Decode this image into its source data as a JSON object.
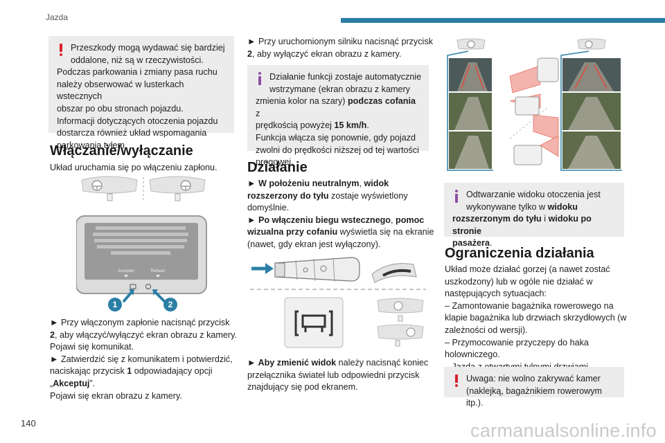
{
  "header": {
    "section": "Jazda",
    "bar_color": "#2b7fa6"
  },
  "page": {
    "number": "140",
    "watermark": "carmanualsonline.info"
  },
  "col1": {
    "warning_box": {
      "line1": "Przeszkody mogą wydawać się bardziej",
      "line2": "oddalone, niż są w rzeczywistości.",
      "line3": "Podczas parkowania i zmiany pasa ruchu",
      "line4": "należy obserwować w lusterkach wstecznych",
      "line5": "obszar po obu stronach pojazdu.",
      "line6": "Informacji dotyczących otoczenia pojazdu",
      "line7": "dostarcza również układ wspomagania",
      "line8": "parkowania tyłem."
    },
    "heading": "Włączanie/wyłączanie",
    "intro": "Układ uruchamia się po włączeniu zapłonu.",
    "screen": {
      "accept_label": "Accepter",
      "refuse_label": "Refuser",
      "callout_1": "1",
      "callout_2": "2"
    },
    "steps": {
      "s1a_pre": "► Przy włączonym zapłonie nacisnąć przycisk",
      "s1b_num": "2",
      "s1b_post": ", aby włączyć/wyłączyć ekran obrazu z kamery.",
      "s1c": "Pojawi się komunikat.",
      "s2a": "► Zatwierdzić się z komunikatem i potwierdzić,",
      "s2b_pre": "naciskając przycisk ",
      "s2b_num": "1",
      "s2b_post": " odpowiadający opcji",
      "s2c_open": "„",
      "s2c_option": "Akceptuj",
      "s2c_close": "”.",
      "s3": "Pojawi się ekran obrazu z kamery."
    }
  },
  "col2": {
    "p1a": "► Przy uruchomionym silniku nacisnąć przycisk",
    "p1b_num": "2",
    "p1b_post": ", aby wyłączyć ekran obrazu z kamery.",
    "info_box": {
      "l1": "Działanie funkcji zostaje automatycznie",
      "l2": "wstrzymane (ekran obrazu z kamery",
      "l3_pre": "zmienia kolor na szary) ",
      "l3_bold": "podczas cofania",
      "l3_post": " z",
      "l4_pre": "prędkością powyżej ",
      "l4_bold": "15 km/h",
      "l4_post": ".",
      "l5": "Funkcja włącza się ponownie, gdy pojazd",
      "l6": "zwolni do prędkości niższej od tej wartości",
      "l7": "progowej."
    },
    "heading": "Działanie",
    "op1_bold": "► W położeniu neutralnym",
    "op1_sep": ", ",
    "op1_bold2": "widok",
    "op1_bold3": "rozszerzony do tyłu",
    "op1_post": " zostaje wyświetlony",
    "op1_end": "domyślnie.",
    "op2_bold": "► Po włączeniu biegu wstecznego",
    "op2_sep": ", ",
    "op2_bold2": "pomoc",
    "op2_bold3": "wizualna przy cofaniu",
    "op2_post": " wyświetla się na ekranie",
    "op2_end": "(nawet, gdy ekran jest wyłączony).",
    "ch1_bold": "► Aby zmienić widok",
    "ch1_post": " należy nacisnąć koniec",
    "ch2": "przełącznika świateł lub odpowiedni przycisk",
    "ch3": "znajdujący się pod ekranem."
  },
  "col3": {
    "info_box": {
      "l1": "Odtwarzanie widoku otoczenia jest",
      "l2_pre": "wykonywane tylko w ",
      "l2_bold": "widoku",
      "l3_bold": "rozszerzonym do tyłu",
      "l3_mid": " i ",
      "l3_bold2": "widoku po stronie",
      "l4_bold": "pasażera",
      "l4_post": "."
    },
    "heading": "Ograniczenia działania",
    "lim1": "Układ może działać gorzej (a nawet zostać",
    "lim2": "uszkodzony) lub w ogóle nie działać w",
    "lim3": "następujących sytuacjach:",
    "lim4": "– Zamontowanie bagażnika rowerowego na",
    "lim5": "klapie bagażnika lub drzwiach skrzydłowych (w",
    "lim6": "zależności od wersji).",
    "lim7": "– Przymocowanie przyczepy do haka",
    "lim8": "holowniczego.",
    "lim9": "– Jazda z otwartymi tylnymi drzwiami.",
    "warn1": "Uwaga: nie wolno zakrywać kamer",
    "warn2": "(naklejką, bagażnikiem rowerowym itp.)."
  },
  "colors": {
    "accent": "#2b7fa6",
    "warning": "#d7202b",
    "info": "#8b4fa0",
    "box_bg": "#ececec"
  }
}
